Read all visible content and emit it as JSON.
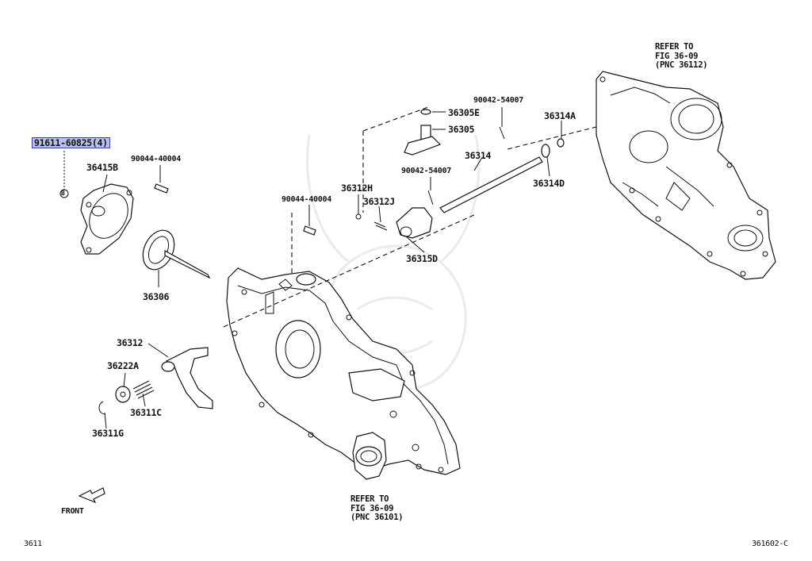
{
  "diagram": {
    "part_labels": {
      "p91611": "91611-60825(4)",
      "p36415B": "36415B",
      "p90044a": "90044-40004",
      "p90044b": "90044-40004",
      "p36306": "36306",
      "p36312": "36312",
      "p36222A": "36222A",
      "p36311C": "36311C",
      "p36311G": "36311G",
      "p36312H": "36312H",
      "p36312J": "36312J",
      "p90042a": "90042-54007",
      "p90042b": "90042-54007",
      "p36305E": "36305E",
      "p36305": "36305",
      "p36314": "36314",
      "p36314A": "36314A",
      "p36314D": "36314D",
      "p36315D": "36315D"
    },
    "marker_letter": "B",
    "refer_top": {
      "line1": "REFER TO",
      "line2": "FIG 36-09",
      "line3": "(PNC 36112)"
    },
    "refer_bottom": {
      "line1": "REFER TO",
      "line2": "FIG 36-09",
      "line3": "(PNC 36101)"
    },
    "front_label": "FRONT",
    "corner_left": "3611",
    "corner_right": "361602-C",
    "highlight_color": "#b9c0f0"
  }
}
